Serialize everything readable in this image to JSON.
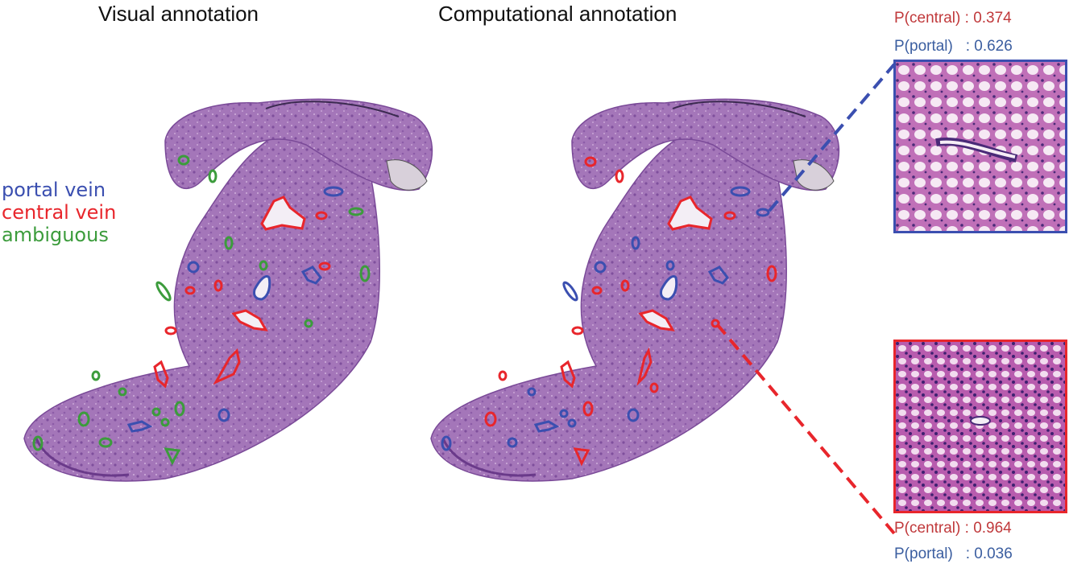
{
  "titles": {
    "visual": "Visual annotation",
    "computational": "Computational annotation"
  },
  "legend": [
    {
      "label": "portal vein",
      "color": "#3b4fb0"
    },
    {
      "label": "central vein",
      "color": "#e8262c"
    },
    {
      "label": "ambiguous",
      "color": "#3c9c3c"
    }
  ],
  "predictions": {
    "top": {
      "central_label": "P(central) : 0.374",
      "portal_label": "P(portal)   : 0.626",
      "p_central": 0.374,
      "p_portal": 0.626,
      "border_color": "#3b4fb0"
    },
    "bottom": {
      "central_label": "P(central) : 0.964",
      "portal_label": "P(portal)   : 0.036",
      "p_central": 0.964,
      "p_portal": 0.036,
      "border_color": "#e8262c"
    }
  },
  "colors": {
    "tissue": "#a272b8",
    "tissue_dark": "#8a5aa6",
    "patch_bg": "#e8b8de",
    "nuclei": "#4a2a78",
    "central_text": "#c0393b",
    "portal_text": "#3b5ea0"
  }
}
